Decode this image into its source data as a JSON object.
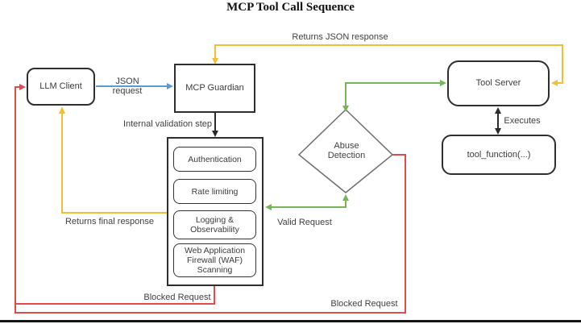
{
  "title": "MCP Tool Call Sequence",
  "nodes": {
    "llm_client": "LLM Client",
    "mcp_guardian": "MCP Guardian",
    "tool_server": "Tool Server",
    "tool_function": "tool_function(...)",
    "abuse_detection": "Abuse\nDetection",
    "validation_steps": [
      "Authentication",
      "Rate limiting",
      "Logging &\nObservability",
      "Web Application\nFirewall (WAF)\nScanning"
    ]
  },
  "edge_labels": {
    "json_request": "JSON\nrequest",
    "returns_json": "Returns JSON response",
    "internal_validation": "Internal validation step",
    "executes": "Executes",
    "valid_request": "Valid Request",
    "returns_final": "Returns final response",
    "blocked_left": "Blocked Request",
    "blocked_right": "Blocked Request"
  },
  "colors": {
    "blue": "#5B9BD5",
    "yellow": "#F2BE33",
    "green": "#77B55B",
    "red": "#E04C4C",
    "black": "#2b2b2b"
  }
}
